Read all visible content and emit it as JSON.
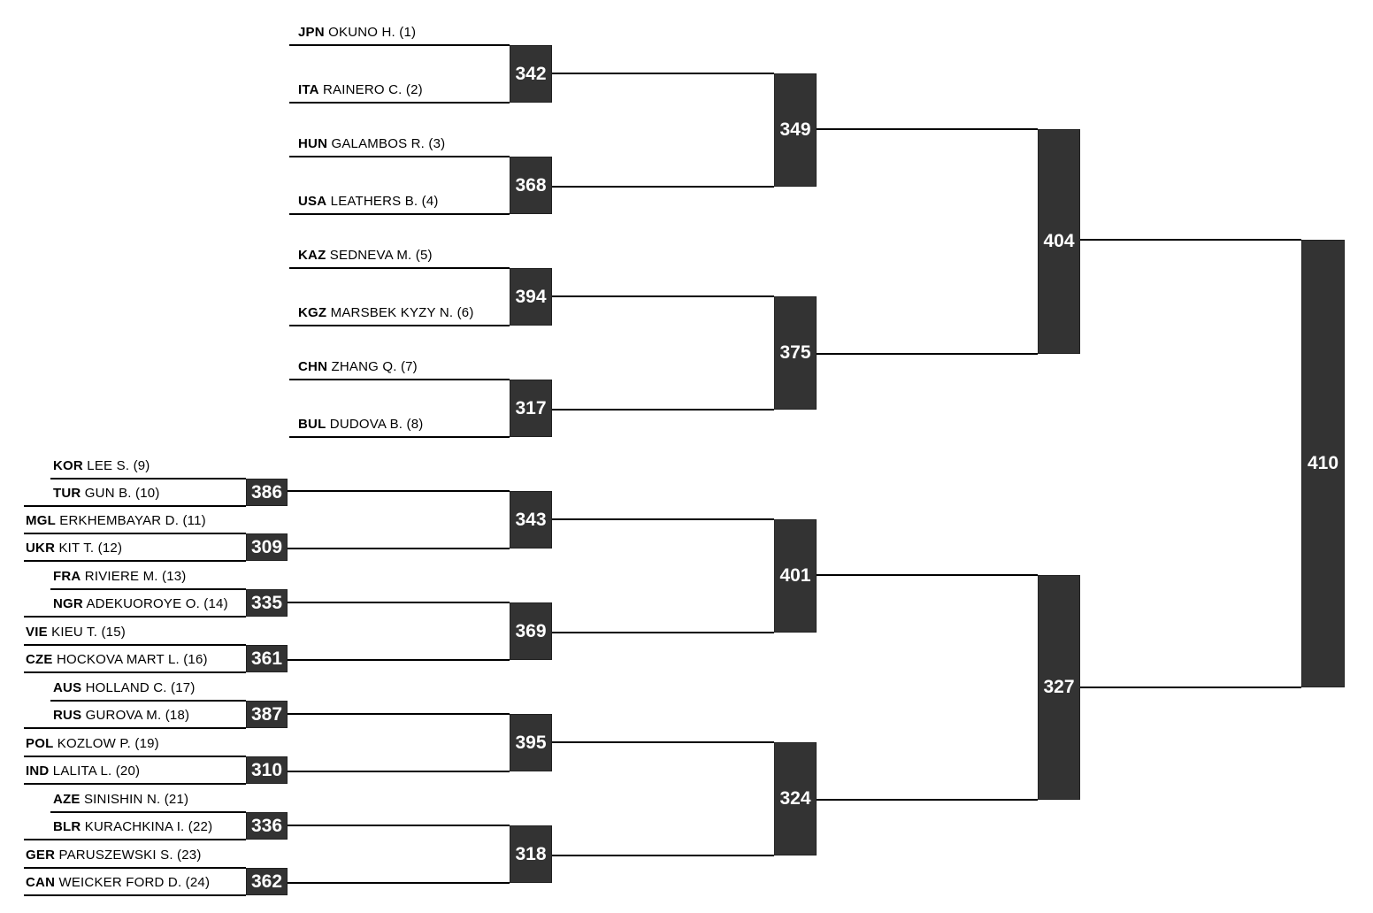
{
  "bracket": {
    "entries": [
      {
        "country": "JPN",
        "name": "OKUNO H. (1)"
      },
      {
        "country": "ITA",
        "name": "RAINERO C. (2)"
      },
      {
        "country": "HUN",
        "name": "GALAMBOS R. (3)"
      },
      {
        "country": "USA",
        "name": "LEATHERS B. (4)"
      },
      {
        "country": "KAZ",
        "name": "SEDNEVA M. (5)"
      },
      {
        "country": "KGZ",
        "name": "MARSBEK KYZY N. (6)"
      },
      {
        "country": "CHN",
        "name": "ZHANG Q. (7)"
      },
      {
        "country": "BUL",
        "name": "DUDOVA B. (8)"
      },
      {
        "country": "KOR",
        "name": "LEE S. (9)"
      },
      {
        "country": "TUR",
        "name": "GUN B. (10)"
      },
      {
        "country": "MGL",
        "name": "ERKHEMBAYAR D. (11)"
      },
      {
        "country": "UKR",
        "name": "KIT T. (12)"
      },
      {
        "country": "FRA",
        "name": "RIVIERE M. (13)"
      },
      {
        "country": "NGR",
        "name": "ADEKUOROYE O. (14)"
      },
      {
        "country": "VIE",
        "name": "KIEU T. (15)"
      },
      {
        "country": "CZE",
        "name": "HOCKOVA MART L. (16)"
      },
      {
        "country": "AUS",
        "name": "HOLLAND C. (17)"
      },
      {
        "country": "RUS",
        "name": "GUROVA M. (18)"
      },
      {
        "country": "POL",
        "name": "KOZLOW P. (19)"
      },
      {
        "country": "IND",
        "name": "LALITA L. (20)"
      },
      {
        "country": "AZE",
        "name": "SINISHIN N. (21)"
      },
      {
        "country": "BLR",
        "name": "KURACHKINA I. (22)"
      },
      {
        "country": "GER",
        "name": "PARUSZEWSKI S. (23)"
      },
      {
        "country": "CAN",
        "name": "WEICKER FORD D. (24)"
      }
    ],
    "qualification_bouts": [
      "386",
      "309",
      "335",
      "361",
      "387",
      "310",
      "336",
      "362"
    ],
    "round_1_bouts": [
      "342",
      "368",
      "394",
      "317",
      "343",
      "369",
      "395",
      "318"
    ],
    "quarterfinal_bouts": [
      "349",
      "375",
      "401",
      "324"
    ],
    "semifinal_bouts": [
      "404",
      "327"
    ],
    "final_bout": "410"
  },
  "colors": {
    "box_fill": "#333333",
    "box_text": "#ffffff",
    "line": "#000000"
  }
}
